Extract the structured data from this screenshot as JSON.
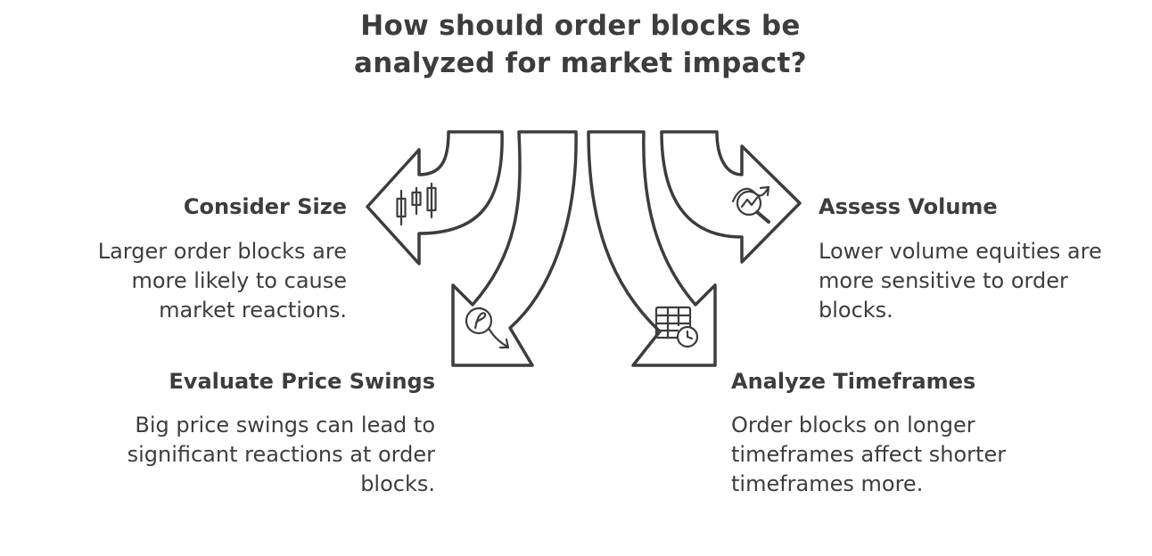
{
  "title": "How should order blocks be analyzed for market impact?",
  "items": [
    {
      "heading": "Consider Size",
      "text": "Larger order blocks are more likely to cause market reactions.",
      "icon": "candlestick-icon"
    },
    {
      "heading": "Evaluate Price Swings",
      "text": "Big price swings can lead to significant reactions at order blocks.",
      "icon": "price-swing-icon"
    },
    {
      "heading": "Assess Volume",
      "text": "Lower volume equities are more sensitive to order blocks.",
      "icon": "volume-analysis-icon"
    },
    {
      "heading": "Analyze Timeframes",
      "text": "Order blocks on longer timeframes affect shorter timeframes more.",
      "icon": "calendar-clock-icon"
    }
  ]
}
